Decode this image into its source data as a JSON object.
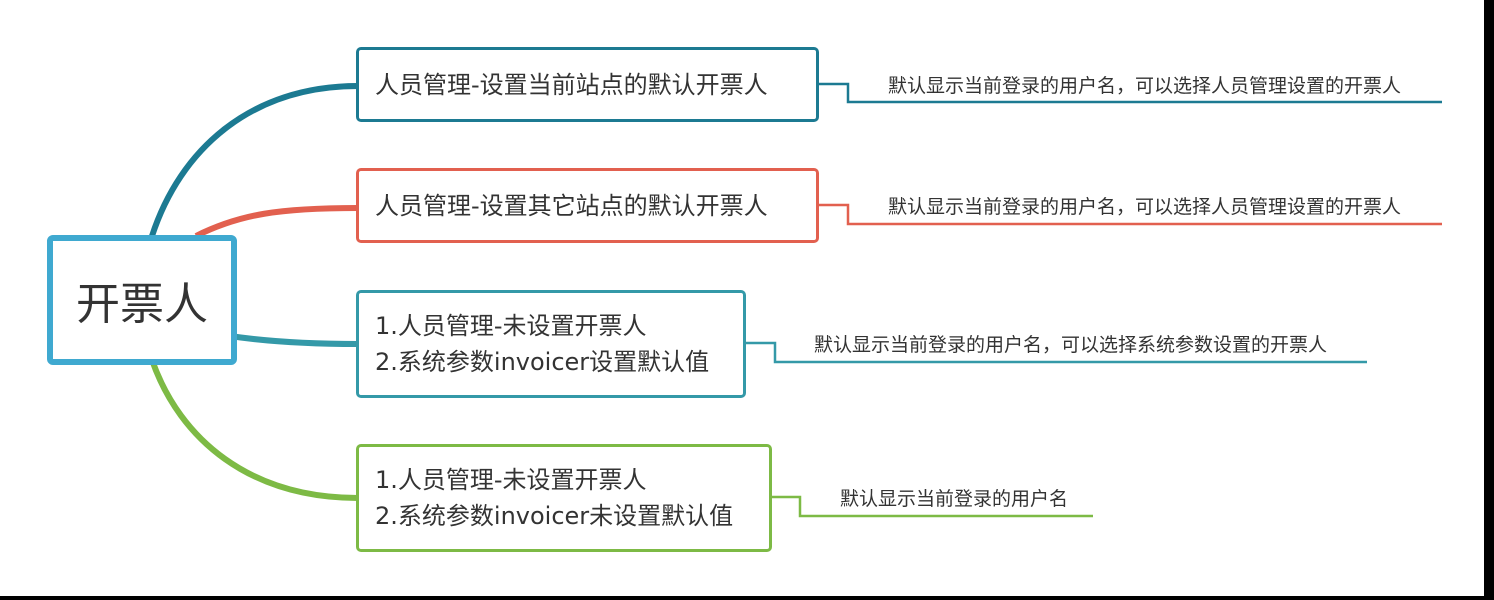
{
  "root": {
    "label": "开票人",
    "color": "#3FA9D0"
  },
  "branches": [
    {
      "color": "#1C7A92",
      "lines": [
        "人员管理-设置当前站点的默认开票人"
      ],
      "note": "默认显示当前登录的用户名，可以选择人员管理设置的开票人"
    },
    {
      "color": "#E2604F",
      "lines": [
        "人员管理-设置其它站点的默认开票人"
      ],
      "note": "默认显示当前登录的用户名，可以选择人员管理设置的开票人"
    },
    {
      "color": "#3499A8",
      "lines": [
        "1.人员管理-未设置开票人",
        "2.系统参数invoicer设置默认值"
      ],
      "note": "默认显示当前登录的用户名，可以选择系统参数设置的开票人"
    },
    {
      "color": "#7DBA45",
      "lines": [
        "1.人员管理-未设置开票人",
        "2.系统参数invoicer未设置默认值"
      ],
      "note": "默认显示当前登录的用户名"
    }
  ]
}
